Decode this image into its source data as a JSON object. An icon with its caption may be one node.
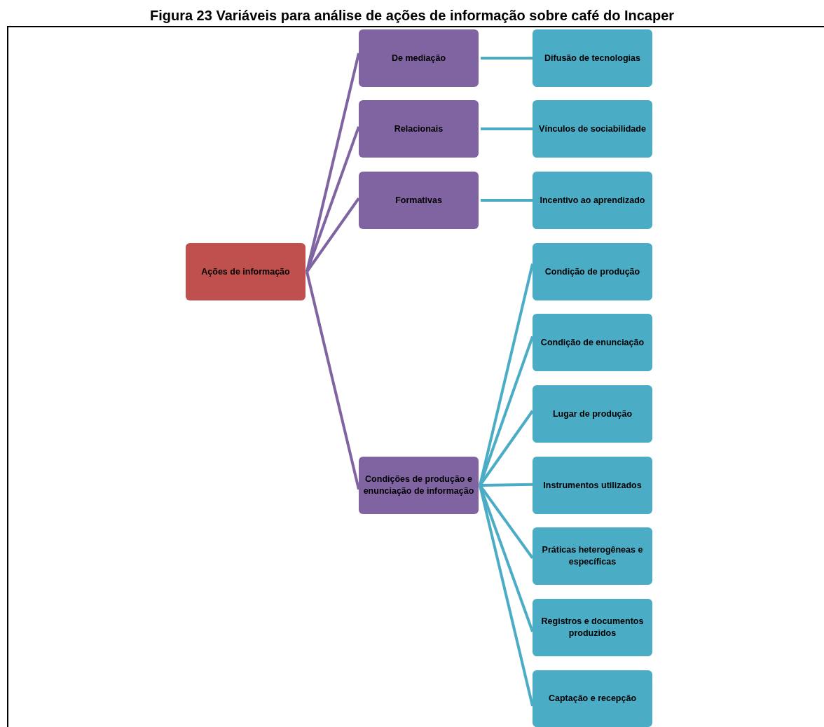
{
  "diagram": {
    "title": "Figura 23 Variáveis para análise de ações de informação sobre café do Incaper",
    "nodes": [
      {
        "text": [
          "Ações de informação"
        ]
      },
      {
        "text": [
          "De mediação"
        ]
      },
      {
        "text": [
          "Relacionais"
        ]
      },
      {
        "text": [
          "Formativas"
        ]
      },
      {
        "text": [
          "Condições de produção e enunciação de informação"
        ]
      },
      {
        "text": [
          "Difusão de tecnologias"
        ]
      },
      {
        "text": [
          "Vínculos de sociabilidade"
        ]
      },
      {
        "text": [
          "Incentivo ao aprendizado"
        ]
      },
      {
        "text": [
          "Condição de produção"
        ]
      },
      {
        "text": [
          "Condição de enunciação"
        ]
      },
      {
        "text": [
          "Lugar de produção"
        ]
      },
      {
        "text": [
          "Instrumentos utilizados"
        ]
      },
      {
        "text": [
          "Práticas heterogêneas e específicas"
        ]
      },
      {
        "text": [
          "Registros e documentos produzidos"
        ]
      },
      {
        "text": [
          "Captação e recepção"
        ]
      }
    ],
    "edges": [
      {
        "from": 0,
        "to": 1,
        "arrow": "none",
        "color": "#8064a2"
      },
      {
        "from": 0,
        "to": 2,
        "arrow": "none",
        "color": "#8064a2"
      },
      {
        "from": 0,
        "to": 3,
        "arrow": "none",
        "color": "#8064a2"
      },
      {
        "from": 0,
        "to": 4,
        "arrow": "none",
        "color": "#8064a2"
      },
      {
        "from": 1,
        "to": 5,
        "arrow": "none"
      },
      {
        "from": 2,
        "to": 6,
        "arrow": "none"
      },
      {
        "from": 3,
        "to": 7,
        "arrow": "none"
      },
      {
        "from": 4,
        "to": 8,
        "arrow": "none"
      },
      {
        "from": 4,
        "to": 9,
        "arrow": "none"
      },
      {
        "from": 4,
        "to": 10,
        "arrow": "none"
      },
      {
        "from": 4,
        "to": 11,
        "arrow": "none"
      },
      {
        "from": 4,
        "to": 12,
        "arrow": "none"
      },
      {
        "from": 4,
        "to": 13,
        "arrow": "none"
      },
      {
        "from": 4,
        "to": 14,
        "arrow": "none"
      }
    ]
  }
}
